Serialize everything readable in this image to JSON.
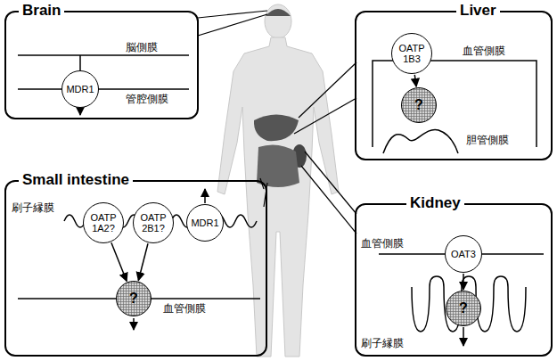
{
  "diagram": {
    "nodes": [
      {
        "text": [
          "Brain"
        ]
      },
      {
        "text": [
          "MDR1"
        ],
        "in": 0
      },
      {
        "text": [
          "Liver"
        ]
      },
      {
        "text": [
          "OATP 1B3"
        ],
        "in": 2
      },
      {
        "text": [
          "?"
        ],
        "in": 2
      },
      {
        "text": [
          "Small intestine"
        ]
      },
      {
        "text": [
          "OATP 1A2?"
        ],
        "in": 5
      },
      {
        "text": [
          "OATP 2B1?"
        ],
        "in": 5
      },
      {
        "text": [
          "MDR1"
        ],
        "in": 5
      },
      {
        "text": [
          "?"
        ],
        "in": 5
      },
      {
        "text": [
          "Kidney"
        ]
      },
      {
        "text": [
          "OAT3"
        ],
        "in": 10
      },
      {
        "text": [
          "?"
        ],
        "in": 10
      }
    ],
    "edges": [
      {
        "from": 3,
        "to": 4,
        "arrow": "to"
      },
      {
        "from": 6,
        "to": 9,
        "arrow": "to"
      },
      {
        "from": 7,
        "to": 9,
        "arrow": "to"
      },
      {
        "from": 11,
        "to": 12,
        "arrow": "to"
      }
    ],
    "labels": [
      "脳側膜",
      "管腔側膜",
      "血管側膜",
      "胆管側膜",
      "刷子縁膜",
      "血管側膜",
      "血管側膜",
      "刷子縁膜"
    ]
  }
}
